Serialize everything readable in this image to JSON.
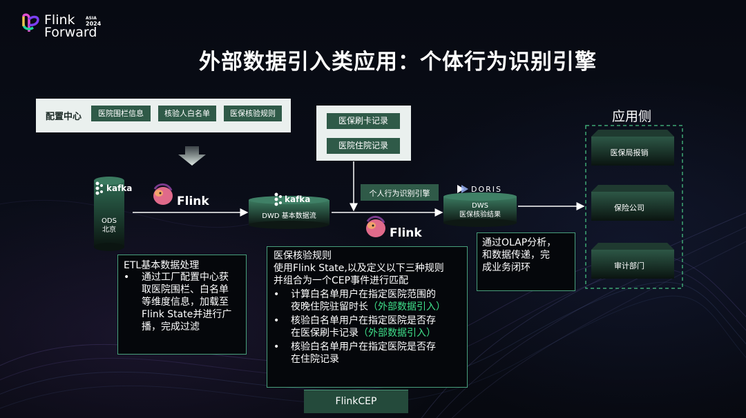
{
  "brand": {
    "logo_line1": "Flink",
    "logo_line2": "Forward",
    "badge_line1": "ASIA",
    "badge_line2": "2024"
  },
  "title": "外部数据引入类应用：个体行为识别引擎",
  "config_center": {
    "label": "配置中心",
    "items": [
      "医院围栏信息",
      "核验人白名单",
      "医保核验规则"
    ]
  },
  "records": [
    "医保刷卡记录",
    "医院住院记录"
  ],
  "ods": {
    "kafka": "kafka",
    "line1": "ODS",
    "line2": "北京"
  },
  "flink1": "Flink",
  "dwd": {
    "kafka": "kafka",
    "label": "DWD 基本数据流"
  },
  "engine_label": "个人行为识别引擎",
  "flink2": "Flink",
  "dws": {
    "doris": "DORIS",
    "line1": "DWS",
    "line2": "医保核验结果"
  },
  "app_side": {
    "title": "应用侧",
    "items": [
      "医保局报销",
      "保险公司",
      "审计部门"
    ]
  },
  "etl_note": {
    "title": "ETL基本数据处理",
    "bullet": "•",
    "lines": [
      "通过工厂配置中心获",
      "取医院围栏、白名单",
      "等维度信息，加载至",
      "Flink State并进行广",
      "播，完成过滤"
    ]
  },
  "rule_note": {
    "lines": [
      "医保核验规则",
      "使用Flink State,以及定义以下三种规则",
      "并组合为一个CEP事件进行匹配"
    ],
    "bullet": "•",
    "b1_l1": "计算白名单用户在指定医院范围的",
    "b1_l2": "夜晚住院驻留时长",
    "b1_tag": "（外部数据引入）",
    "b2_l1": "核验白名单用户在指定医院是否存",
    "b2_l2": "在医保刷卡记录",
    "b2_tag": "（外部数据引入）",
    "b3_l1": "核验白名单用户在指定医院是否存",
    "b3_l2": "在住院记录"
  },
  "olap_note": {
    "lines": [
      "通过OLAP分析，",
      "和数据传递，完",
      "成业务闭环"
    ]
  },
  "flinkcep": "FlinkCEP",
  "colors": {
    "accent_green": "#3fe08a",
    "box_dark_green": "#2f5a48",
    "panel_light": "#eaf0ee",
    "border_green": "#48a07c"
  }
}
